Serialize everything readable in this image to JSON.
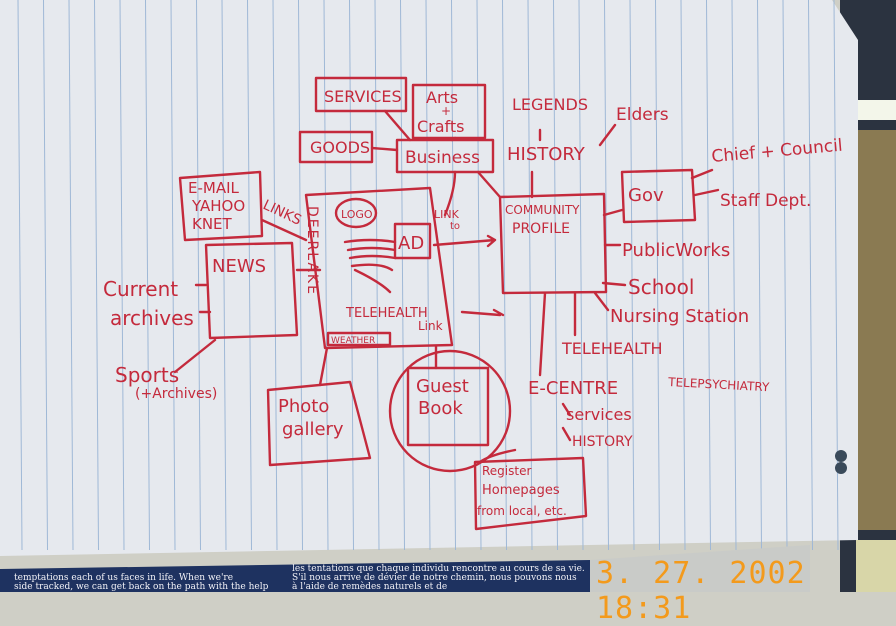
{
  "diagram": {
    "top": {
      "services": "SERVICES",
      "arts_line1": "Arts",
      "arts_line2": "+",
      "arts_line3": "Crafts",
      "goods": "GOODS",
      "business": "Business",
      "legends": "LEGENDS",
      "elders": "Elders",
      "history": "HISTORY"
    },
    "main_page": {
      "site_name_vertical": "DEERLAKE",
      "logo": "LOGO",
      "ad": "AD",
      "link_to_line1": "LINK",
      "link_to_line2": "to",
      "telehealth": "TELEHEALTH",
      "telehealth_link": "Link",
      "weather": "WEATHER"
    },
    "left": {
      "email_line1": "E-MAIL",
      "email_line2": "YAHOO",
      "email_line3": "KNET",
      "links": "LINKS",
      "news": "NEWS",
      "current": "Current",
      "archives": "archives",
      "sports": "Sports",
      "sports_archives": "(+Archives)"
    },
    "bottom": {
      "photo_line1": "Photo",
      "photo_line2": "gallery",
      "guest_line1": "Guest",
      "guest_line2": "Book",
      "ecentre": "E-CENTRE",
      "ecentre_services": "services",
      "ecentre_history": "HISTORY",
      "register_line1": "Register",
      "register_line2": "Homepages",
      "register_line3": "from local, etc."
    },
    "right": {
      "community_line1": "COMMUNITY",
      "community_line2": "PROFILE",
      "gov": "Gov",
      "chief_council": "Chief + Council",
      "staff_dept": "Staff Dept.",
      "public_works": "PublicWorks",
      "school": "School",
      "nursing_station": "Nursing Station",
      "telehealth": "TELEHEALTH",
      "telepsychiatry": "TELEPSYCHIATRY"
    }
  },
  "booklet": {
    "left_line1": "temptations each of us faces in life. When we're",
    "left_line2": "side tracked, we can get back on the path with the help",
    "right_line1": "les tentations que chaque individu rencontre au cours de sa vie.",
    "right_line2": "S'il nous arrive de dévier de notre chemin, nous pouvons nous",
    "right_line3": "à l'aide de remèdes naturels et de"
  },
  "date_stamp": "3. 27. 2002 18:31",
  "colors": {
    "ink": "#c42a3c",
    "paper": "#e6e9ee",
    "rule_line": "#9fb8d6",
    "stamp": "#f39a1c",
    "booklet": "#1e3260"
  }
}
